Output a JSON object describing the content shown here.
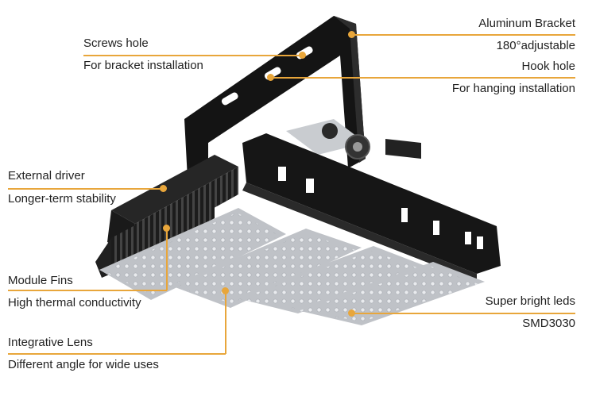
{
  "accent_color": "#e8a63b",
  "product_image": "led-flood-light-4-module-black-housing",
  "callouts": {
    "aluminum_bracket": {
      "title": "Aluminum Bracket",
      "detail": "180°adjustable"
    },
    "hook_hole": {
      "title": "Hook hole",
      "detail": "For hanging installation"
    },
    "screws_hole": {
      "title": "Screws hole",
      "detail": "For bracket installation"
    },
    "external_driver": {
      "title": "External driver",
      "detail": "Longer-term stability"
    },
    "module_fins": {
      "title": "Module Fins",
      "detail": "High thermal conductivity"
    },
    "integrative_lens": {
      "title": "Integrative Lens",
      "detail": "Different angle for wide uses"
    },
    "super_bright_leds": {
      "title": "Super bright leds",
      "detail": "SMD3030"
    }
  }
}
